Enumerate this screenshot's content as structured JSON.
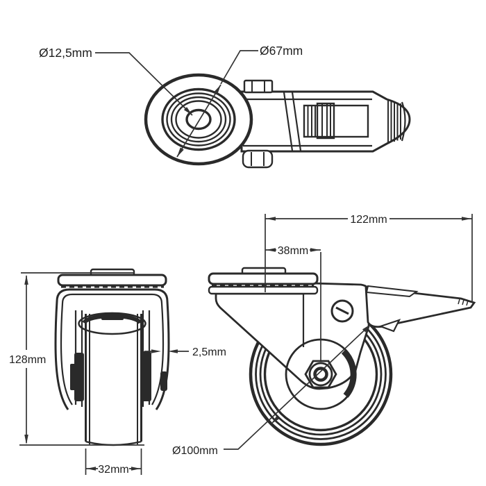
{
  "labels": {
    "top_bolt_hole_diameter": "Ø12,5mm",
    "top_plate_diameter": "Ø67mm",
    "side_total_length": "122mm",
    "side_axle_offset": "38mm",
    "front_total_height": "128mm",
    "front_clearance": "2,5mm",
    "side_wheel_diameter": "Ø100mm",
    "front_wheel_width": "32mm"
  },
  "colors": {
    "line": "#2a2a2a",
    "background": "#ffffff"
  }
}
